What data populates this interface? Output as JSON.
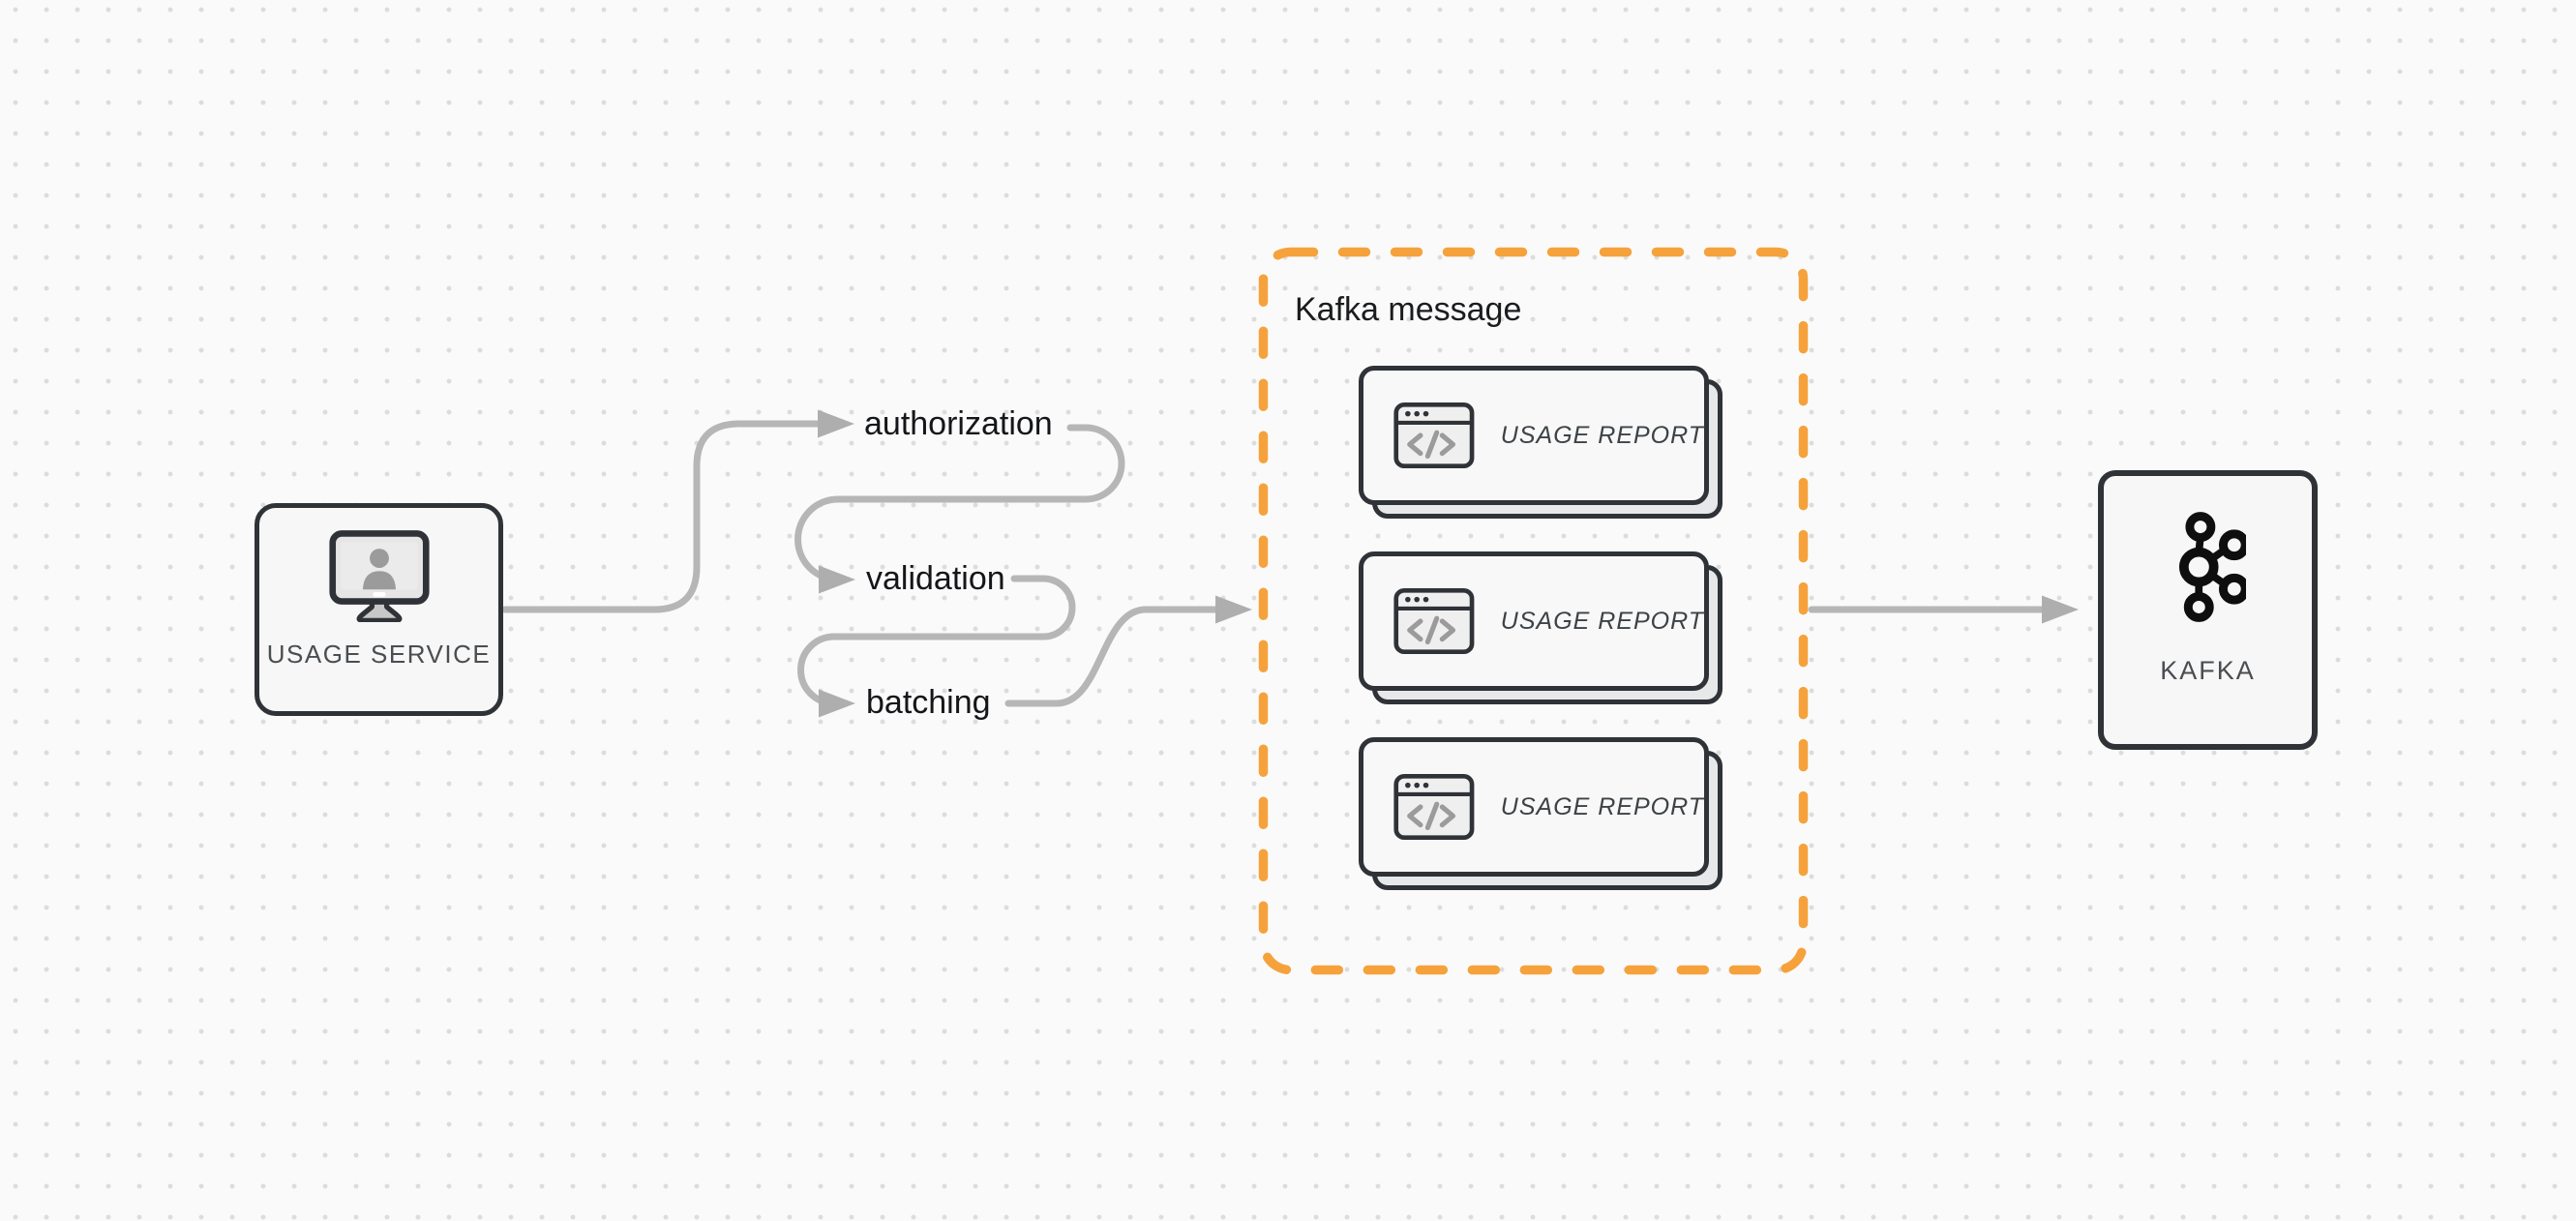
{
  "colors": {
    "bg": "#fafafa",
    "dot": "#dcdcdc",
    "line-gray": "#b6b6b6",
    "arrow-gray": "#aeaeae",
    "border-dark": "#2f3338",
    "node-fill": "#f6f7f6",
    "node-text": "#4a4d51",
    "card-fill": "#f7f8f7",
    "card-shadow-fill": "#e7e8e9",
    "card-text": "#3d4247",
    "orange": "#f6a23c",
    "title-text": "#1b1c1e",
    "label-text": "#151619",
    "icon-gray": "#9b9b9b",
    "icon-frame-fill": "#e6e6e6",
    "icon-screen-fill": "#ebebeb",
    "icon-stand-fill": "#c8c8c8",
    "icon-window-fill": "#efefef",
    "logo-black": "#0e0e0e"
  },
  "nodes": {
    "usage_service": {
      "label": "USAGE SERVICE",
      "icon": "monitor-user-icon"
    },
    "kafka": {
      "label": "KAFKA",
      "icon": "kafka-logo-icon"
    }
  },
  "flow_steps": {
    "authorization": {
      "label": "authorization"
    },
    "validation": {
      "label": "validation"
    },
    "batching": {
      "label": "batching"
    }
  },
  "kafka_message_group": {
    "title": "Kafka message",
    "cards": [
      {
        "label": "USAGE REPORT",
        "icon": "code-window-icon"
      },
      {
        "label": "USAGE REPORT",
        "icon": "code-window-icon"
      },
      {
        "label": "USAGE REPORT",
        "icon": "code-window-icon"
      }
    ]
  },
  "connections": [
    {
      "from": "usage-service",
      "to": "authorization"
    },
    {
      "from": "authorization",
      "to": "validation"
    },
    {
      "from": "validation",
      "to": "batching"
    },
    {
      "from": "batching",
      "to": "kafka-message-group"
    },
    {
      "from": "kafka-message-group",
      "to": "kafka"
    }
  ]
}
